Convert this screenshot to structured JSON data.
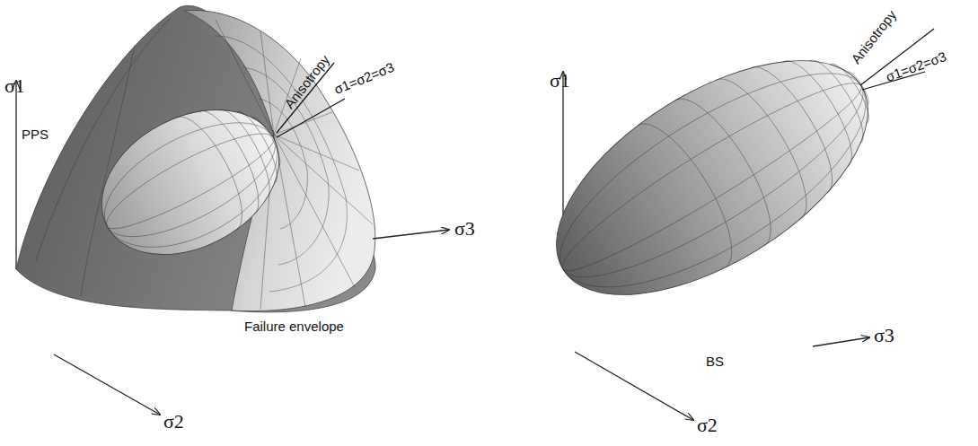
{
  "diagram": {
    "labels": [
      "σ1",
      "Anisotropy",
      "σ1=σ2=σ3",
      "PPS",
      "σ3",
      "Failure envelope",
      "σ2",
      "σ1",
      "Anisotropy",
      "σ1=σ2=σ3",
      "σ3",
      "BS",
      "σ2"
    ]
  }
}
